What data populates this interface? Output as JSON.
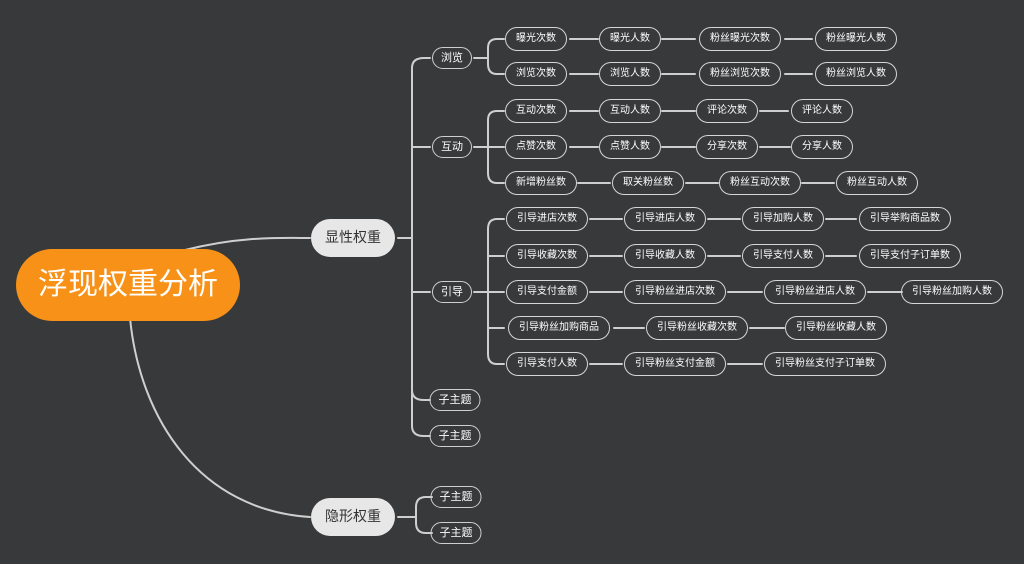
{
  "root": "浮现权重分析",
  "visible": {
    "label": "显性权重",
    "browse": {
      "label": "浏览",
      "rows": [
        [
          "曝光次数",
          "曝光人数",
          "粉丝曝光次数",
          "粉丝曝光人数"
        ],
        [
          "浏览次数",
          "浏览人数",
          "粉丝浏览次数",
          "粉丝浏览人数"
        ]
      ]
    },
    "interact": {
      "label": "互动",
      "rows": [
        [
          "互动次数",
          "互动人数",
          "评论次数",
          "评论人数"
        ],
        [
          "点赞次数",
          "点赞人数",
          "分享次数",
          "分享人数"
        ],
        [
          "新增粉丝数",
          "取关粉丝数",
          "粉丝互动次数",
          "粉丝互动人数"
        ]
      ]
    },
    "guide": {
      "label": "引导",
      "rows": [
        [
          "引导进店次数",
          "引导进店人数",
          "引导加购人数",
          "引导举购商品数"
        ],
        [
          "引导收藏次数",
          "引导收藏人数",
          "引导支付人数",
          "引导支付子订单数"
        ],
        [
          "引导支付金额",
          "引导粉丝进店次数",
          "引导粉丝进店人数",
          "引导粉丝加购人数"
        ],
        [
          "引导粉丝加购商品",
          "引导粉丝收藏次数",
          "引导粉丝收藏人数"
        ],
        [
          "引导支付人数",
          "引导粉丝支付金额",
          "引导粉丝支付子订单数"
        ]
      ]
    },
    "subtopic_1": "子主题",
    "subtopic_2": "子主题"
  },
  "hidden": {
    "label": "隐形权重",
    "subtopic_1": "子主题",
    "subtopic_2": "子主题"
  }
}
